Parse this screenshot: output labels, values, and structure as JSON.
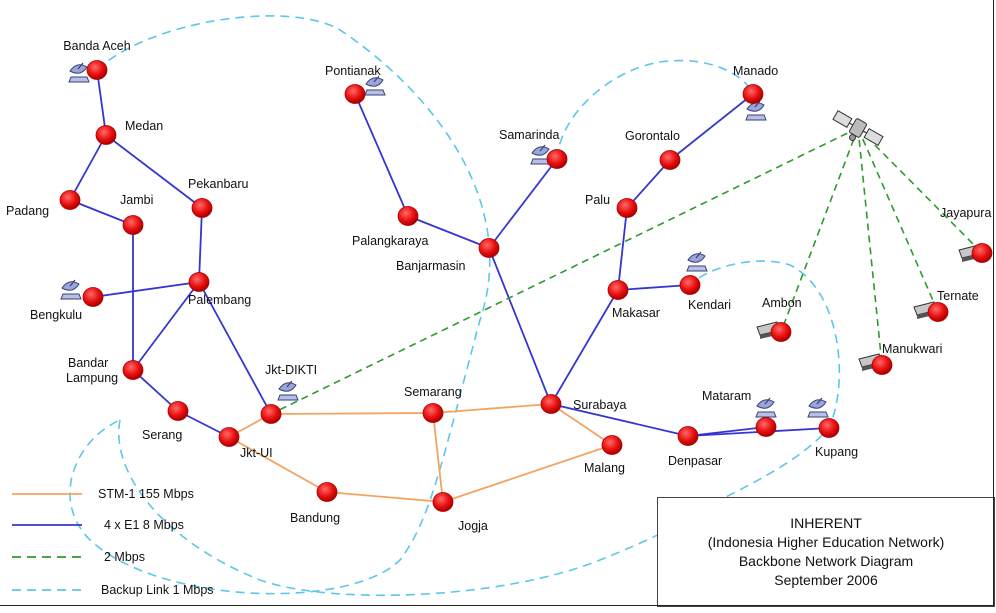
{
  "colors": {
    "stm1": "#f4a460",
    "e1": "#3535d0",
    "mbps2": "#2e9a2e",
    "backup": "#5cc7e8",
    "node_fill": "#e81010",
    "node_stroke": "#b00000"
  },
  "legend": [
    {
      "key": "stm1",
      "label": "STM-1 155 Mbps",
      "style": "solid"
    },
    {
      "key": "e1",
      "label": "4 x E1 8 Mbps",
      "style": "solid"
    },
    {
      "key": "mbps2",
      "label": "2 Mbps",
      "style": "dashed"
    },
    {
      "key": "backup",
      "label": "Backup Link 1 Mbps",
      "style": "dashed"
    }
  ],
  "title": {
    "line1": "INHERENT",
    "line2": "(Indonesia Higher Education Network)",
    "line3": "Backbone Network Diagram",
    "line4": "September 2006"
  },
  "nodes": [
    {
      "id": "banda-aceh",
      "label": "Banda Aceh",
      "icon": "satellite-dish-icon"
    },
    {
      "id": "medan",
      "label": "Medan",
      "icon": ""
    },
    {
      "id": "padang",
      "label": "Padang",
      "icon": ""
    },
    {
      "id": "jambi",
      "label": "Jambi",
      "icon": ""
    },
    {
      "id": "pekanbaru",
      "label": "Pekanbaru",
      "icon": ""
    },
    {
      "id": "palembang",
      "label": "Palembang",
      "icon": ""
    },
    {
      "id": "bengkulu",
      "label": "Bengkulu",
      "icon": "satellite-dish-icon"
    },
    {
      "id": "bandar-lampung",
      "label": "Bandar Lampung",
      "icon": ""
    },
    {
      "id": "serang",
      "label": "Serang",
      "icon": ""
    },
    {
      "id": "jkt-ui",
      "label": "Jkt-UI",
      "icon": ""
    },
    {
      "id": "jkt-dikti",
      "label": "Jkt-DIKTI",
      "icon": "satellite-dish-icon"
    },
    {
      "id": "bandung",
      "label": "Bandung",
      "icon": ""
    },
    {
      "id": "semarang",
      "label": "Semarang",
      "icon": ""
    },
    {
      "id": "jogja",
      "label": "Jogja",
      "icon": ""
    },
    {
      "id": "surabaya",
      "label": "Surabaya",
      "icon": ""
    },
    {
      "id": "malang",
      "label": "Malang",
      "icon": ""
    },
    {
      "id": "pontianak",
      "label": "Pontianak",
      "icon": "satellite-dish-icon"
    },
    {
      "id": "palangkaraya",
      "label": "Palangkaraya",
      "icon": ""
    },
    {
      "id": "banjarmasin",
      "label": "Banjarmasin",
      "icon": ""
    },
    {
      "id": "samarinda",
      "label": "Samarinda",
      "icon": "satellite-dish-icon"
    },
    {
      "id": "manado",
      "label": "Manado",
      "icon": "satellite-dish-icon"
    },
    {
      "id": "gorontalo",
      "label": "Gorontalo",
      "icon": ""
    },
    {
      "id": "palu",
      "label": "Palu",
      "icon": ""
    },
    {
      "id": "makasar",
      "label": "Makasar",
      "icon": ""
    },
    {
      "id": "kendari",
      "label": "Kendari",
      "icon": "satellite-dish-icon"
    },
    {
      "id": "denpasar",
      "label": "Denpasar",
      "icon": ""
    },
    {
      "id": "mataram",
      "label": "Mataram",
      "icon": "satellite-dish-icon"
    },
    {
      "id": "kupang",
      "label": "Kupang",
      "icon": "satellite-dish-icon"
    },
    {
      "id": "ambon",
      "label": "Ambon",
      "icon": "vsat-icon"
    },
    {
      "id": "manukwari",
      "label": "Manukwari",
      "icon": "vsat-icon"
    },
    {
      "id": "ternate",
      "label": "Ternate",
      "icon": "vsat-icon"
    },
    {
      "id": "jayapura",
      "label": "Jayapura",
      "icon": "vsat-icon"
    },
    {
      "id": "satellite",
      "label": "",
      "icon": "satellite-icon"
    }
  ],
  "links": [
    {
      "from": "jkt-ui",
      "to": "jkt-dikti",
      "type": "stm1"
    },
    {
      "from": "jkt-dikti",
      "to": "semarang",
      "type": "stm1"
    },
    {
      "from": "semarang",
      "to": "surabaya",
      "type": "stm1"
    },
    {
      "from": "semarang",
      "to": "jogja",
      "type": "stm1"
    },
    {
      "from": "jkt-ui",
      "to": "bandung",
      "type": "stm1"
    },
    {
      "from": "bandung",
      "to": "jogja",
      "type": "stm1"
    },
    {
      "from": "jogja",
      "to": "malang",
      "type": "stm1"
    },
    {
      "from": "surabaya",
      "to": "malang",
      "type": "stm1"
    },
    {
      "from": "banda-aceh",
      "to": "medan",
      "type": "e1"
    },
    {
      "from": "medan",
      "to": "padang",
      "type": "e1"
    },
    {
      "from": "medan",
      "to": "pekanbaru",
      "type": "e1"
    },
    {
      "from": "padang",
      "to": "jambi",
      "type": "e1"
    },
    {
      "from": "pekanbaru",
      "to": "palembang",
      "type": "e1"
    },
    {
      "from": "jambi",
      "to": "bandar-lampung",
      "type": "e1"
    },
    {
      "from": "palembang",
      "to": "bengkulu",
      "type": "e1"
    },
    {
      "from": "palembang",
      "to": "bandar-lampung",
      "type": "e1"
    },
    {
      "from": "palembang",
      "to": "jkt-dikti",
      "type": "e1"
    },
    {
      "from": "bandar-lampung",
      "to": "serang",
      "type": "e1"
    },
    {
      "from": "serang",
      "to": "jkt-ui",
      "type": "e1"
    },
    {
      "from": "pontianak",
      "to": "palangkaraya",
      "type": "e1"
    },
    {
      "from": "palangkaraya",
      "to": "banjarmasin",
      "type": "e1"
    },
    {
      "from": "banjarmasin",
      "to": "samarinda",
      "type": "e1"
    },
    {
      "from": "banjarmasin",
      "to": "surabaya",
      "type": "e1"
    },
    {
      "from": "surabaya",
      "to": "makasar",
      "type": "e1"
    },
    {
      "from": "makasar",
      "to": "palu",
      "type": "e1"
    },
    {
      "from": "palu",
      "to": "gorontalo",
      "type": "e1"
    },
    {
      "from": "gorontalo",
      "to": "manado",
      "type": "e1"
    },
    {
      "from": "makasar",
      "to": "kendari",
      "type": "e1"
    },
    {
      "from": "surabaya",
      "to": "denpasar",
      "type": "e1"
    },
    {
      "from": "denpasar",
      "to": "mataram",
      "type": "e1"
    },
    {
      "from": "denpasar",
      "to": "kupang",
      "type": "e1"
    },
    {
      "from": "satellite",
      "to": "jkt-dikti",
      "type": "mbps2"
    },
    {
      "from": "satellite",
      "to": "ambon",
      "type": "mbps2"
    },
    {
      "from": "satellite",
      "to": "manukwari",
      "type": "mbps2"
    },
    {
      "from": "satellite",
      "to": "ternate",
      "type": "mbps2"
    },
    {
      "from": "satellite",
      "to": "jayapura",
      "type": "mbps2"
    },
    {
      "from": "jkt-dikti",
      "to": "banda-aceh",
      "type": "backup"
    },
    {
      "from": "jkt-dikti",
      "to": "kupang",
      "type": "backup"
    },
    {
      "from": "samarinda",
      "to": "manado",
      "type": "backup"
    }
  ]
}
